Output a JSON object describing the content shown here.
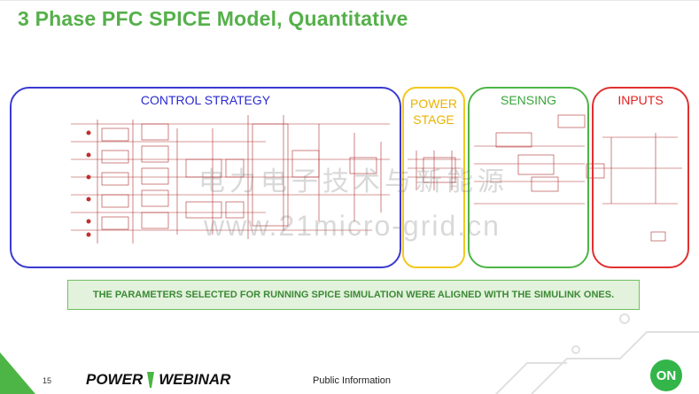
{
  "slide": {
    "title": "3 Phase PFC SPICE Model, Quantitative",
    "page_number": "15",
    "public_info": "Public Information",
    "banner": "THE PARAMETERS SELECTED FOR RUNNING SPICE SIMULATION WERE ALIGNED WITH THE SIMULINK ONES."
  },
  "regions": {
    "control": "CONTROL STRATEGY",
    "power": "POWER STAGE",
    "sensing": "SENSING",
    "inputs": "INPUTS"
  },
  "footer": {
    "logo_left": "POW",
    "logo_right": "ER",
    "logo_word2": "WEBINAR",
    "on_logo": "ON"
  },
  "watermark": {
    "line1": "电力电子技术与新能源",
    "line2": "www.21micro-grid.cn"
  },
  "colors": {
    "title_green": "#55b04a",
    "control_blue": "#3a3ad0",
    "power_yellow": "#f3c81d",
    "sensing_green": "#4cb545",
    "inputs_red": "#e23030",
    "banner_bg": "#e3f2dc"
  }
}
